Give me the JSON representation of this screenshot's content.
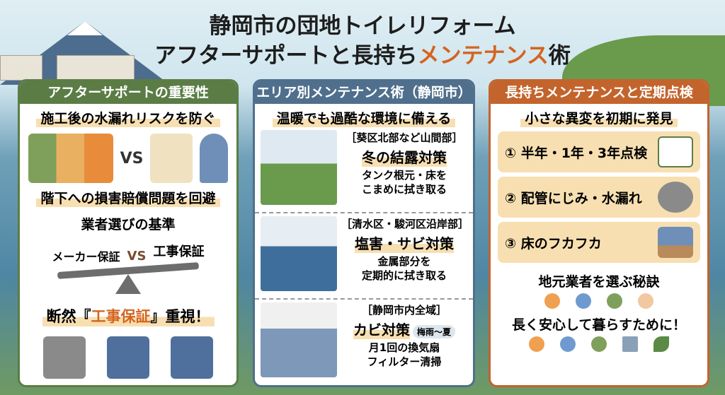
{
  "title": {
    "line1": "静岡市の団地トイレリフォーム",
    "line2_a": "アフターサポートと長持ち",
    "line2_b": "メンテナンス",
    "line2_c": "術"
  },
  "panel1": {
    "header": "アフターサポートの重要性",
    "subtitle": "施工後の水漏れリスクを防ぐ",
    "vs": "VS",
    "point": "階下への損害賠償問題を回避",
    "criteria": "業者選びの基準",
    "left_option": "メーカー保証",
    "vs2": "VS",
    "right_option": "工事保証",
    "conclusion_a": "断然『",
    "conclusion_b": "工事保証",
    "conclusion_c": "』重視！"
  },
  "panel2": {
    "header": "エリア別メンテナンス術（静岡市）",
    "subtitle": "温暖でも過酷な環境に備える",
    "areas": [
      {
        "tag": "［葵区北部など山間部］",
        "heading": "冬の結露対策",
        "desc1": "タンク根元・床を",
        "desc2": "こまめに拭き取る"
      },
      {
        "tag": "［清水区・駿河区沿岸部］",
        "heading": "塩害・サビ対策",
        "desc1": "金属部分を",
        "desc2": "定期的に拭き取る"
      },
      {
        "tag": "［静岡市内全域］",
        "heading": "カビ対策",
        "badge": "梅雨〜夏",
        "desc1": "月1回の換気扇",
        "desc2": "フィルター清掃"
      }
    ]
  },
  "panel3": {
    "header": "長持ちメンテナンスと定期点検",
    "subtitle": "小さな異変を初期に発見",
    "checks": [
      {
        "label": "① 半年・1年・3年点検",
        "icon": "calendar-icon"
      },
      {
        "label": "② 配管にじみ・水漏れ",
        "icon": "magnifier-pipe-icon"
      },
      {
        "label": "③ 床のフカフカ",
        "icon": "soft-floor-icon"
      }
    ],
    "tips": "地元業者を選ぶ秘訣",
    "closing": "長く安心して暮らすために！"
  },
  "colors": {
    "green": "#5b7d45",
    "blue": "#4f6f8c",
    "orange": "#c3642d",
    "highlight": "#f8dfb1",
    "accent": "#d4641f"
  }
}
